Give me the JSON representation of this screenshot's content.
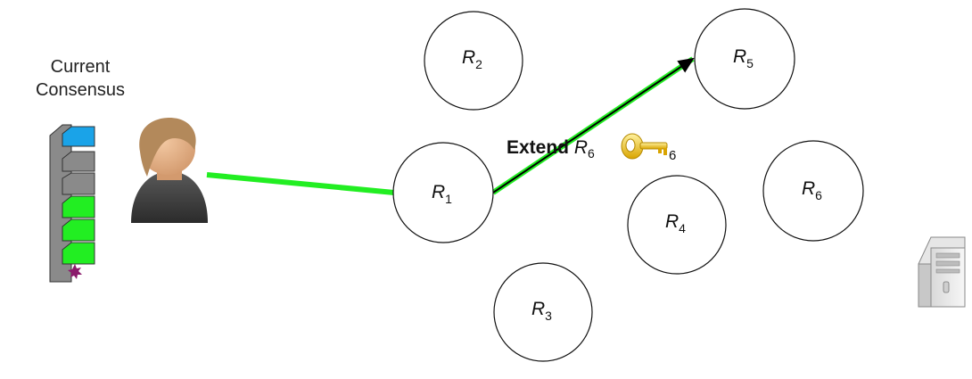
{
  "consensus": {
    "line1": "Current",
    "line2": "Consensus"
  },
  "extend": {
    "word": "Extend",
    "relay_letter": "R",
    "relay_sub": "6",
    "key_sub": "6"
  },
  "relays": [
    {
      "id": "R1",
      "letter": "R",
      "sub": "1"
    },
    {
      "id": "R2",
      "letter": "R",
      "sub": "2"
    },
    {
      "id": "R3",
      "letter": "R",
      "sub": "3"
    },
    {
      "id": "R4",
      "letter": "R",
      "sub": "4"
    },
    {
      "id": "R5",
      "letter": "R",
      "sub": "5"
    },
    {
      "id": "R6",
      "letter": "R",
      "sub": "6"
    }
  ],
  "colors": {
    "circuit_green": "#22ee22",
    "consensus_blue": "#1aa3e8",
    "consensus_gray": "#8a8a8a",
    "consensus_green": "#22ee22",
    "key_gold": "#f0c419",
    "star_purple": "#8b1a6b"
  },
  "icons": {
    "user": "user-icon",
    "key": "key-icon",
    "server": "server-icon"
  }
}
